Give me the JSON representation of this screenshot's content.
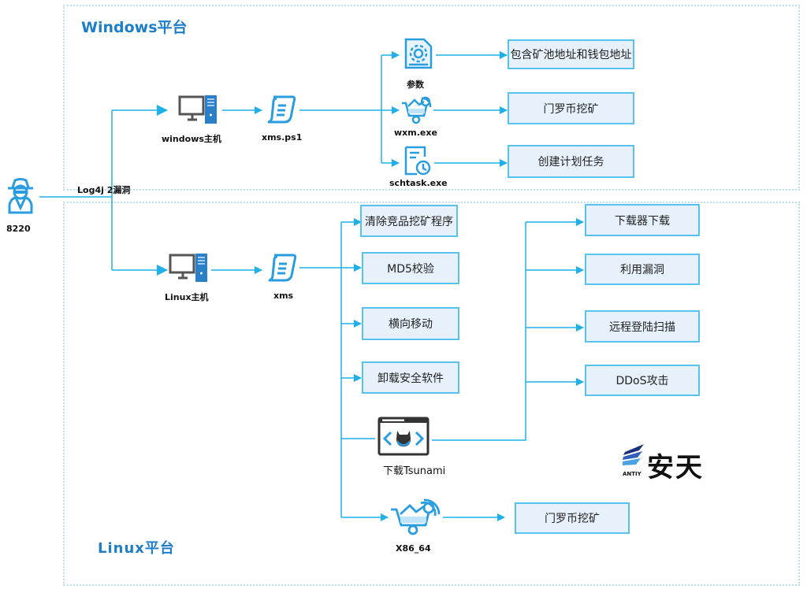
{
  "regions": {
    "windows": {
      "title": "Windows平台"
    },
    "linux": {
      "title": "Linux平台"
    }
  },
  "attacker": {
    "label": "8220",
    "icon": "spy-icon"
  },
  "exploit": {
    "label": "Log4j 2漏洞"
  },
  "windows": {
    "host": {
      "label": "windows主机",
      "icon": "computer-icon"
    },
    "script": {
      "label": "xms.ps1",
      "icon": "script-icon"
    },
    "components": [
      {
        "label": "参数",
        "icon": "config-file-icon",
        "action": "包含矿池地址和钱包地址"
      },
      {
        "label": "wxm.exe",
        "icon": "mining-cart-icon",
        "action": "门罗币挖矿"
      },
      {
        "label": "schtask.exe",
        "icon": "scheduled-task-icon",
        "action": "创建计划任务"
      }
    ]
  },
  "linux": {
    "host": {
      "label": "Linux主机",
      "icon": "computer-icon"
    },
    "script": {
      "label": "xms",
      "icon": "script-icon"
    },
    "actions": [
      "清除竞品挖矿程序",
      "MD5校验",
      "横向移动",
      "卸载安全软件"
    ],
    "tsunami": {
      "label": "下载Tsunami",
      "icon": "malware-window-icon",
      "actions": [
        "下载器下载",
        "利用漏洞",
        "远程登陆扫描",
        "DDoS攻击"
      ]
    },
    "miner": {
      "label": "X86_64",
      "icon": "mining-cart-icon",
      "action": "门罗币挖矿"
    }
  },
  "logo": {
    "text": "安天",
    "sub": "ANTIY"
  },
  "colors": {
    "line": "#1fb0ea",
    "box_fill": "#e6f1fb",
    "box_border": "#57c2ec",
    "title": "#1f7ec8",
    "icon": "#2a9de0"
  }
}
